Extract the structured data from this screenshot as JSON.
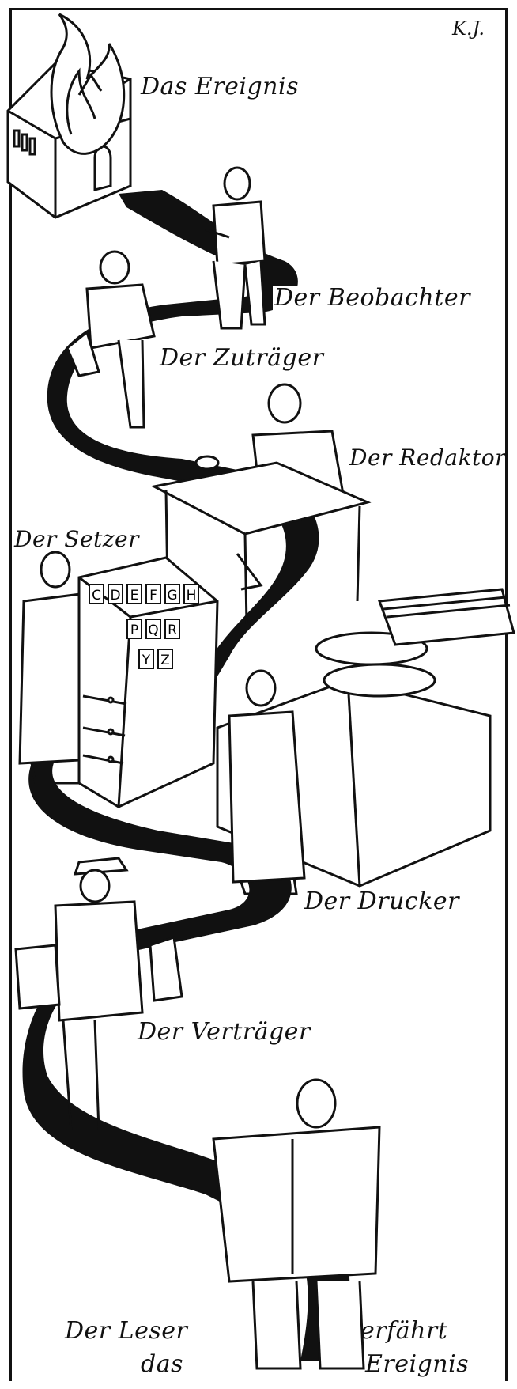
{
  "signature": "K.J.",
  "labels": {
    "event": "Das Ereignis",
    "observer": "Der Beobachter",
    "informant": "Der Zuträger",
    "editor": "Der Redaktor",
    "typesetter": "Der Setzer",
    "printer": "Der Drucker",
    "deliverer": "Der Verträger",
    "reader_left_1": "Der Leser",
    "reader_left_2": "das",
    "reader_right_1": "erfährt",
    "reader_right_2": "Ereignis"
  },
  "type_case_letters": [
    "C",
    "D",
    "E",
    "F",
    "G",
    "H",
    "P",
    "Q",
    "R",
    "Y",
    "Z"
  ]
}
